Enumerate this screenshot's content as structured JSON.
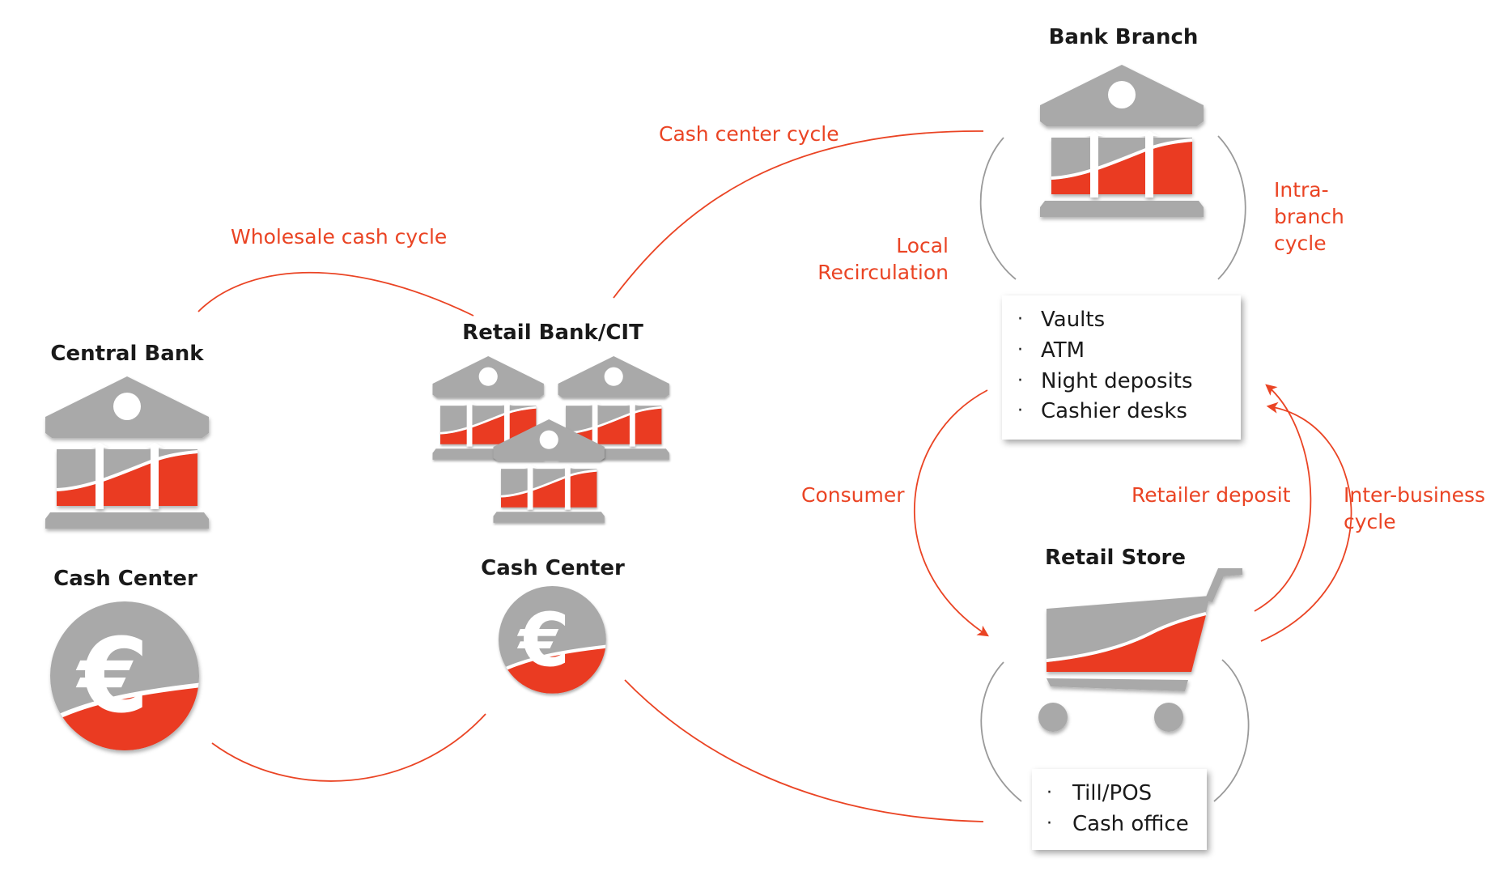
{
  "nodes": {
    "central_bank": {
      "title": "Central Bank"
    },
    "central_cash_center": {
      "title": "Cash Center"
    },
    "retail_bank": {
      "title": "Retail Bank/CIT"
    },
    "retail_cash_center": {
      "title": "Cash Center"
    },
    "bank_branch": {
      "title": "Bank Branch"
    },
    "retail_store": {
      "title": "Retail Store"
    }
  },
  "cycles": {
    "wholesale": "Wholesale cash cycle",
    "cash_center": "Cash center cycle",
    "local_recirculation": [
      "Local",
      "Recirculation"
    ],
    "intra_branch": [
      "Intra-",
      "branch",
      "cycle"
    ],
    "consumer": "Consumer",
    "retailer_deposit": "Retailer deposit",
    "inter_business": [
      "Inter-business",
      "cycle"
    ]
  },
  "branch_box": {
    "bullet": "·",
    "items": [
      "Vaults",
      "ATM",
      "Night deposits",
      "Cashier desks"
    ]
  },
  "store_box": {
    "bullet": "·",
    "items": [
      "Till/POS",
      "Cash office"
    ]
  },
  "colors": {
    "accent": "#ea4424",
    "icon_grey": "#aaaaaa",
    "icon_red": "#ea3b24",
    "text": "#1a1a1a"
  },
  "icons": {
    "bank": "bank-building-icon",
    "euro": "euro-coin-icon",
    "cart": "shopping-cart-icon"
  }
}
